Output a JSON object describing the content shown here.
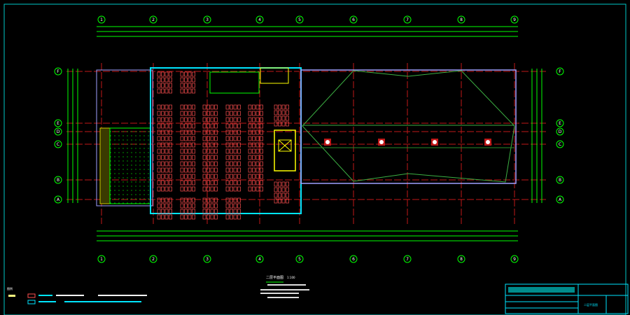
{
  "drawing": {
    "columns": [
      "1",
      "2",
      "3",
      "4",
      "5",
      "6",
      "7",
      "8",
      "9"
    ],
    "rows": [
      "F",
      "E",
      "D",
      "C",
      "B",
      "A"
    ],
    "title": "二层平面图",
    "scale": "1:100",
    "legend_title": "图例",
    "title_block": {
      "sheet_name": "二层平面图"
    }
  },
  "colors": {
    "grid": "#00ff00",
    "axis": "#ff2020",
    "wall": "#00e5ff",
    "seat": "#ff5050",
    "outline": "#a0a0ff",
    "stair": "#ffff00",
    "pink": "#ff40ff"
  }
}
